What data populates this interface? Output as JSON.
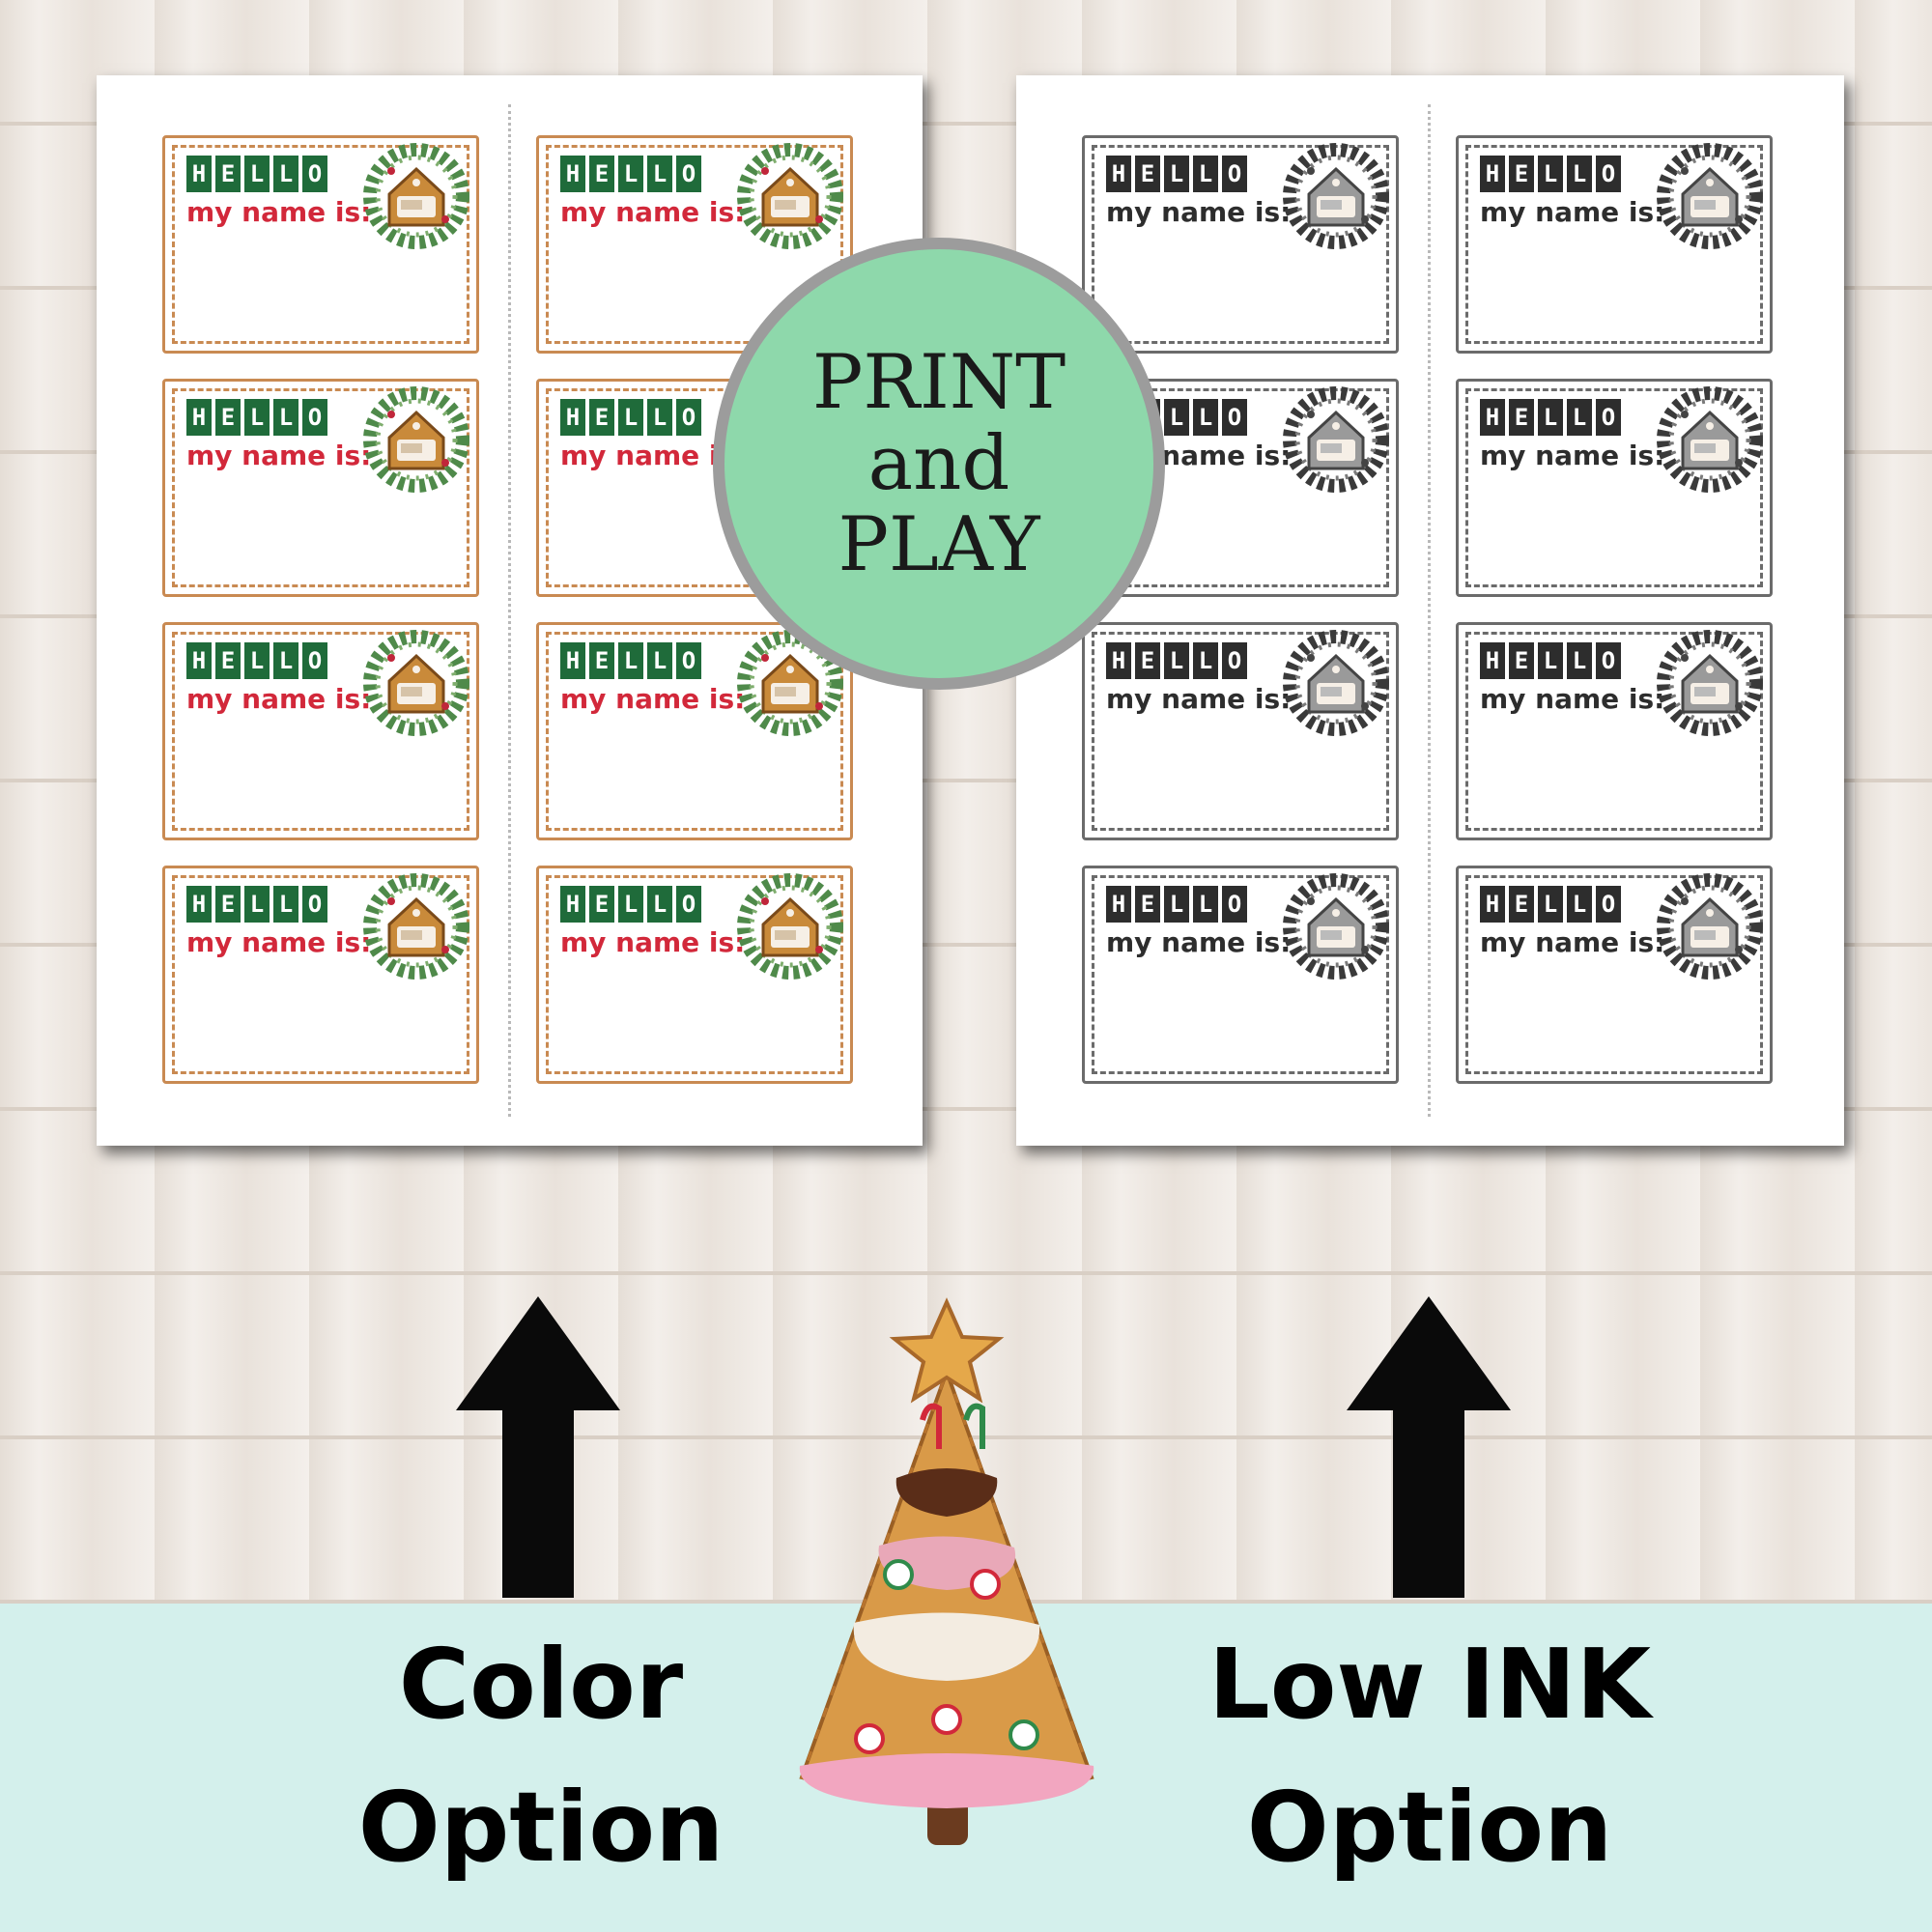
{
  "badge": {
    "line1": "PRINT",
    "line2": "and",
    "line3": "PLAY"
  },
  "tag": {
    "hello_letters": [
      "H",
      "E",
      "L",
      "L",
      "O"
    ],
    "my_name_is": "my name is:"
  },
  "labels": {
    "left_line1": "Color",
    "left_line2": "Option",
    "right_line1": "Low INK",
    "right_line2": "Option"
  },
  "colors": {
    "tag_border_color": "#c98a52",
    "tag_border_bw": "#6b6b6b",
    "hello_bg_color": "#1f6b3a",
    "hello_bg_bw": "#2d2d2d",
    "name_text_color": "#d2283a",
    "badge_fill": "#8ed8ab",
    "badge_ring": "#9c9c9c",
    "band": "#d4f0ec"
  },
  "icons": [
    "gingerbread-house-wreath-icon",
    "up-arrow-icon",
    "gingerbread-waffle-tree-icon"
  ]
}
